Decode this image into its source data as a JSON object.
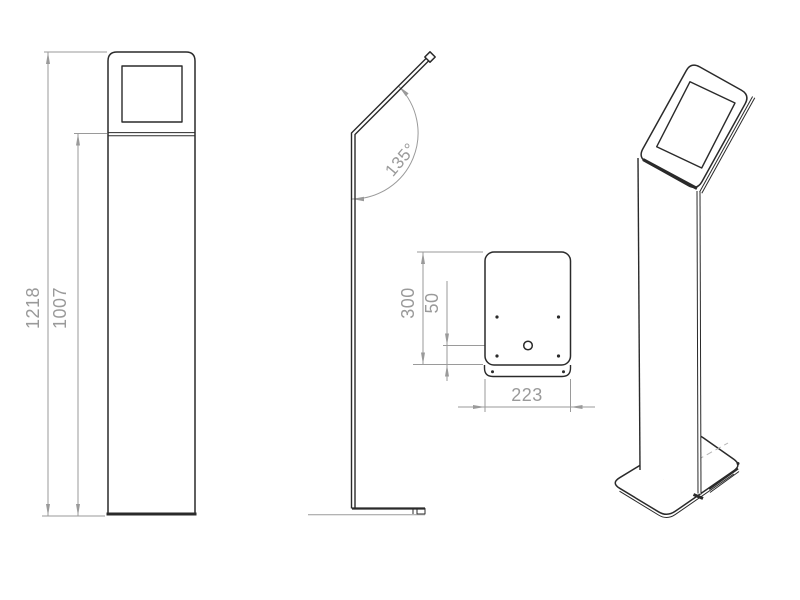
{
  "colors": {
    "geometry": "#2a2a2a",
    "dimension": "#9a9a9a",
    "background": "#ffffff"
  },
  "dimensions": {
    "front_overall_height": "1218",
    "front_upper_height": "1007",
    "screen_angle": "135°",
    "base_plate_length": "300",
    "base_hole_offset": "50",
    "base_plate_width": "223"
  }
}
